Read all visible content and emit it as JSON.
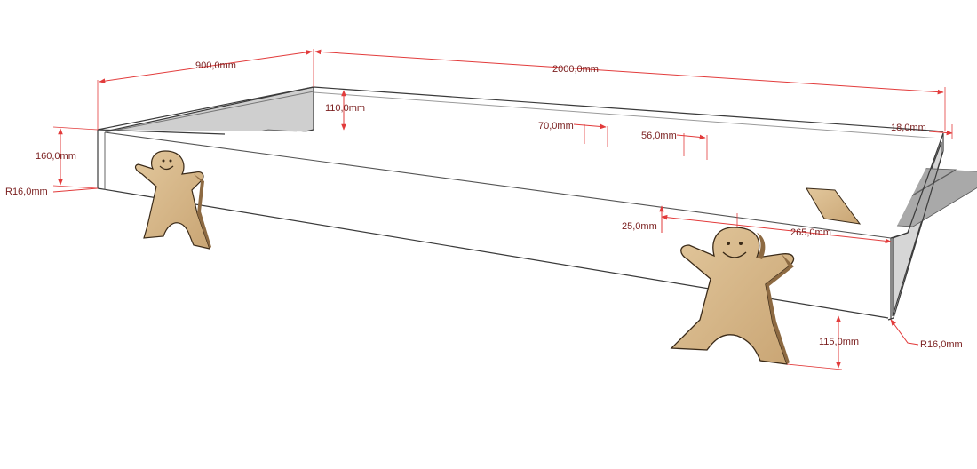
{
  "dimensions": {
    "width": "900,0mm",
    "length": "2000,0mm",
    "side_height": "160,0mm",
    "radius_left": "R16,0mm",
    "radius_right": "R16,0mm",
    "slat_drop": "110,0mm",
    "slat_width": "70,0mm",
    "slat_gap": "56,0mm",
    "rail_thickness": "18,0mm",
    "slat_edge_offset": "25,0mm",
    "support_spacing": "265,0mm",
    "leg_height": "115,0mm"
  },
  "colors": {
    "dimension": "#e23b3b",
    "dimension_text": "#7a1f1f",
    "frame": "#ffffff",
    "frame_inner": "#c9c9c9",
    "slats": "#a8a8a8",
    "wood": "#d8b98a"
  }
}
